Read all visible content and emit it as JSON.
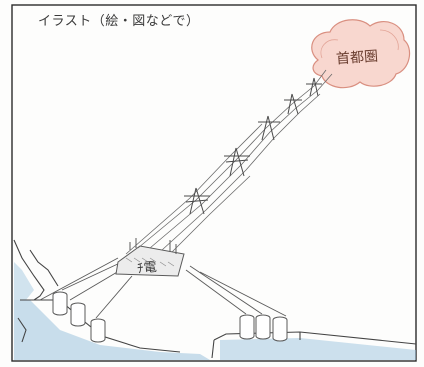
{
  "panel": {
    "title": "イラスト（絵・図などで）"
  },
  "drawing": {
    "destination_label": "首都圏",
    "station_label": "ﾁ電"
  },
  "colors": {
    "border": "#2b2b2b",
    "pencil": "#5a5a5a",
    "cloud_fill": "#f6c9c0",
    "cloud_stroke": "#d98f80",
    "water": "#9cc3dd",
    "ground": "#444444"
  }
}
